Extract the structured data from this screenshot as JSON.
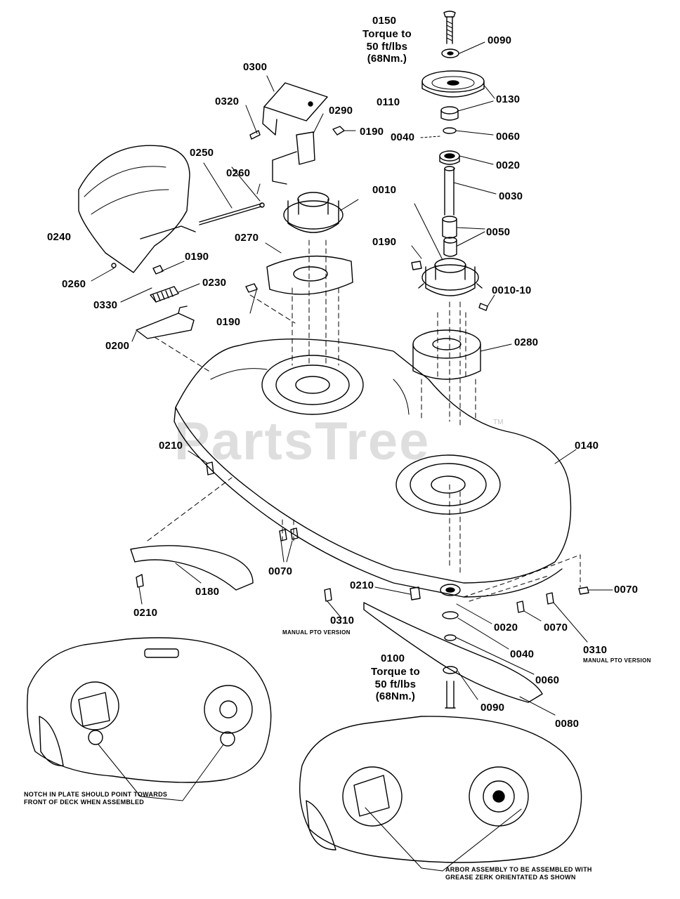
{
  "labels": {
    "l0150": "0150",
    "l0150_note": "Torque to\n50 ft/lbs\n(68Nm.)",
    "l0090_top": "0090",
    "l0110": "0110",
    "l0130": "0130",
    "l0040_top": "0040",
    "l0060_top": "0060",
    "l0020_top": "0020",
    "l0030": "0030",
    "l0050": "0050",
    "l0300": "0300",
    "l0320": "0320",
    "l0290": "0290",
    "l0190_a": "0190",
    "l0250": "0250",
    "l0260_a": "0260",
    "l0240": "0240",
    "l0010": "0010",
    "l0270": "0270",
    "l0190_b": "0190",
    "l0190_c": "0190",
    "l0260_b": "0260",
    "l0330": "0330",
    "l0230": "0230",
    "l0190_d": "0190",
    "l0200": "0200",
    "l0010_10": "0010-10",
    "l0280": "0280",
    "l0140": "0140",
    "l0210_a": "0210",
    "l0070_a": "0070",
    "l0180": "0180",
    "l0210_b": "0210",
    "l0310_a": "0310",
    "l0310_a_note": "MANUAL PTO VERSION",
    "l0210_c": "0210",
    "l0020_b": "0020",
    "l0070_b": "0070",
    "l0070_c": "0070",
    "l0310_b": "0310",
    "l0310_b_note": "MANUAL PTO VERSION",
    "l0040_b": "0040",
    "l0060_b": "0060",
    "l0100": "0100",
    "l0100_note": "Torque to\n50 ft/lbs\n(68Nm.)",
    "l0090_b": "0090",
    "l0080": "0080"
  },
  "notes": {
    "notch": "NOTCH IN PLATE SHOULD POINT TOWARDS\nFRONT OF DECK WHEN ASSEMBLED",
    "arbor": "ARBOR ASSEMBLY TO BE ASSEMBLED WITH\nGREASE ZERK ORIENTATED AS SHOWN"
  },
  "watermark": {
    "text": "PartsTree",
    "tm": "TM"
  }
}
